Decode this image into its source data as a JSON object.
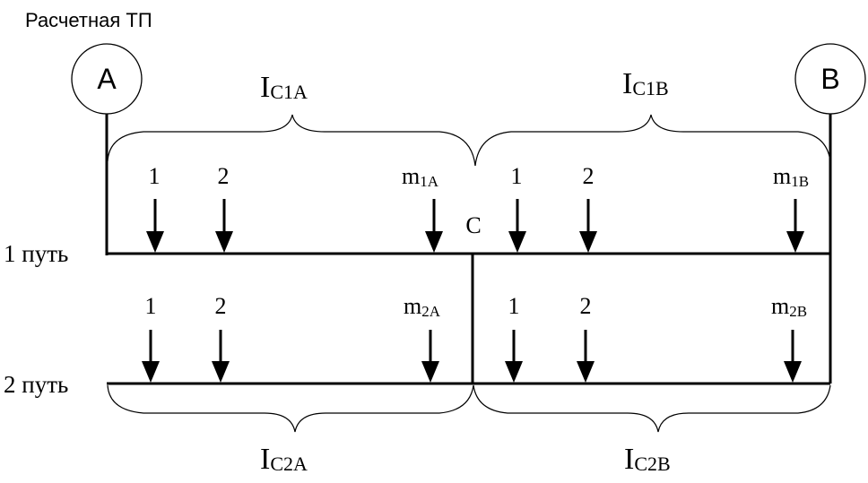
{
  "title": "Расчетная ТП",
  "substations": {
    "a": "A",
    "b": "B"
  },
  "node_c": "C",
  "tracks": {
    "track1": "1 путь",
    "track2": "2 путь"
  },
  "currents": {
    "c1a": {
      "base": "I",
      "sub": "C1A"
    },
    "c1b": {
      "base": "I",
      "sub": "C1B"
    },
    "c2a": {
      "base": "I",
      "sub": "C2A"
    },
    "c2b": {
      "base": "I",
      "sub": "C2B"
    }
  },
  "loads": {
    "track1_a": [
      "1",
      "2",
      {
        "base": "m",
        "sub": "1A"
      }
    ],
    "track1_b": [
      "1",
      "2",
      {
        "base": "m",
        "sub": "1B"
      }
    ],
    "track2_a": [
      "1",
      "2",
      {
        "base": "m",
        "sub": "2A"
      }
    ],
    "track2_b": [
      "1",
      "2",
      {
        "base": "m",
        "sub": "2B"
      }
    ]
  }
}
